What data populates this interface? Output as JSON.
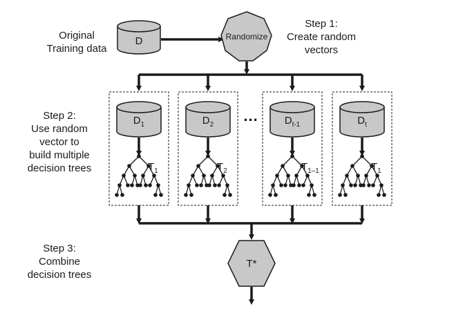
{
  "input": {
    "caption_lines": [
      "Original",
      "Training data"
    ],
    "cylinder_label": "D"
  },
  "randomize": {
    "label": "Randomize"
  },
  "step1": {
    "lines": [
      "Step 1:",
      "Create random",
      "vectors"
    ]
  },
  "step2": {
    "lines": [
      "Step 2:",
      "Use random",
      "vector to",
      "build multiple",
      "decision trees"
    ]
  },
  "step3": {
    "lines": [
      "Step 3:",
      "Combine",
      "decision trees"
    ]
  },
  "ellipsis": "...",
  "subsets": [
    {
      "base": "D",
      "sub": "1",
      "tree_base": "T",
      "tree_sub": "1"
    },
    {
      "base": "D",
      "sub": "2",
      "tree_base": "T",
      "tree_sub": "2"
    },
    {
      "base": "D",
      "sub": "t-1",
      "tree_base": "T",
      "tree_sub": "1–1"
    },
    {
      "base": "D",
      "sub": "t",
      "tree_base": "T",
      "tree_sub": "1"
    }
  ],
  "output": {
    "label": "T*"
  },
  "colors": {
    "fill": "#c8c8c8",
    "stroke": "#1a1a1a",
    "background": "#ffffff"
  }
}
